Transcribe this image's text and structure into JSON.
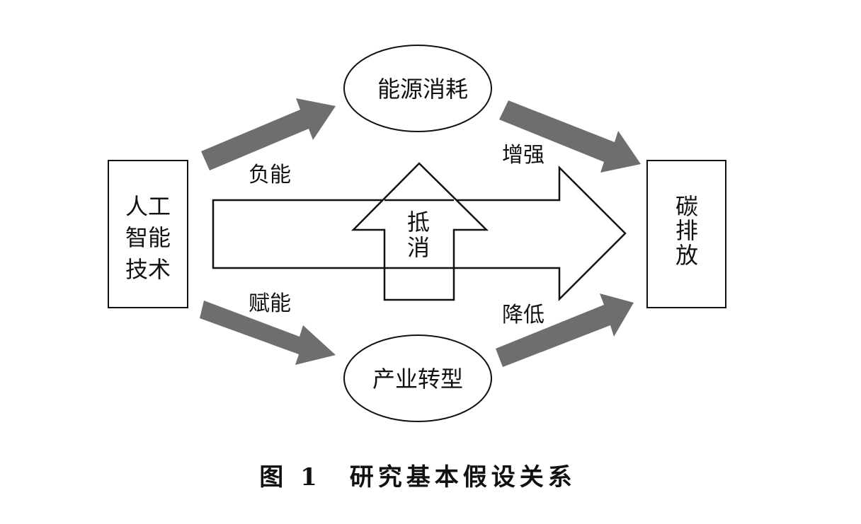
{
  "diagram": {
    "source_box": {
      "lines": [
        "人工",
        "智能",
        "技术"
      ]
    },
    "target_box": {
      "lines": [
        "碳",
        "排",
        "放"
      ]
    },
    "top_node": {
      "label": "能源消耗"
    },
    "bottom_node": {
      "label": "产业转型"
    },
    "edge_labels": {
      "negative": "负能",
      "enable": "赋能",
      "increase": "增强",
      "decrease": "降低"
    },
    "offset_arrow": {
      "lines": [
        "抵",
        "消"
      ]
    },
    "caption": "图 1　研究基本假设关系",
    "colors": {
      "arrow_fill": "#6e6e6e",
      "stroke": "#111111",
      "background": "#ffffff"
    }
  }
}
